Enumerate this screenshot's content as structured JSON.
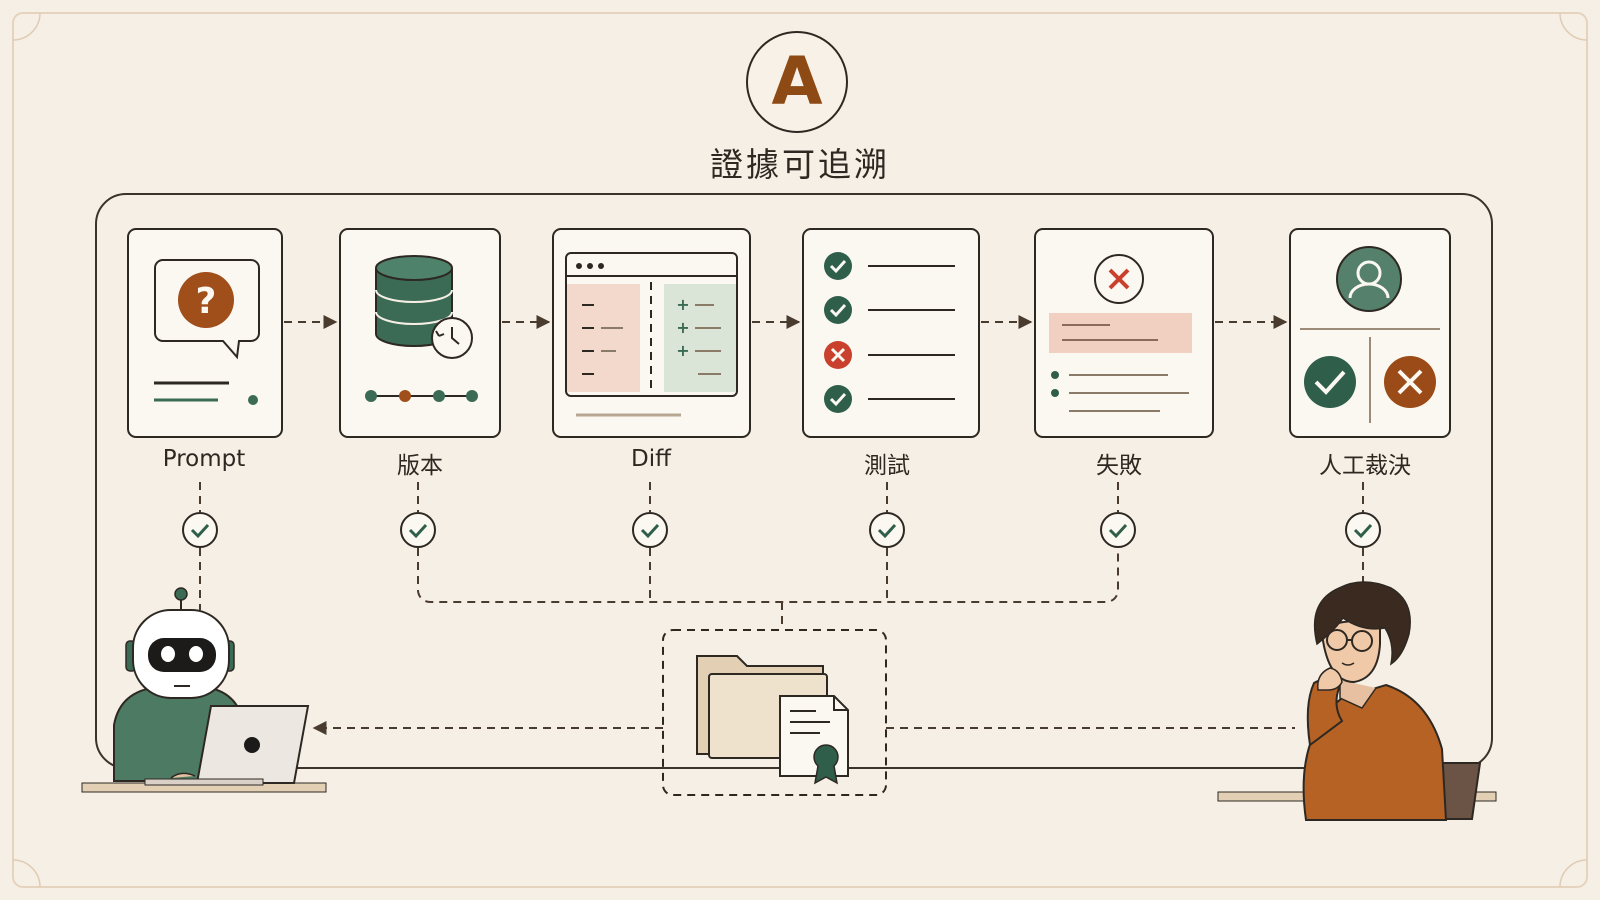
{
  "header": {
    "badge_letter": "A",
    "title": "證據可追溯"
  },
  "steps": [
    {
      "label": "Prompt"
    },
    {
      "label": "版本"
    },
    {
      "label": "Diff"
    },
    {
      "label": "測試"
    },
    {
      "label": "失敗"
    },
    {
      "label": "人工裁決"
    }
  ],
  "colors": {
    "background": "#f6efe5",
    "green": "#3b6b55",
    "rust": "#a04e1a",
    "red": "#c9412d",
    "ink": "#2e2823"
  },
  "icons": [
    "question-icon",
    "database-icon",
    "history-icon",
    "diff-window-icon",
    "check-icon",
    "cross-icon",
    "user-icon",
    "folder-icon",
    "certificate-icon",
    "robot-icon",
    "laptop-icon",
    "person-icon"
  ]
}
